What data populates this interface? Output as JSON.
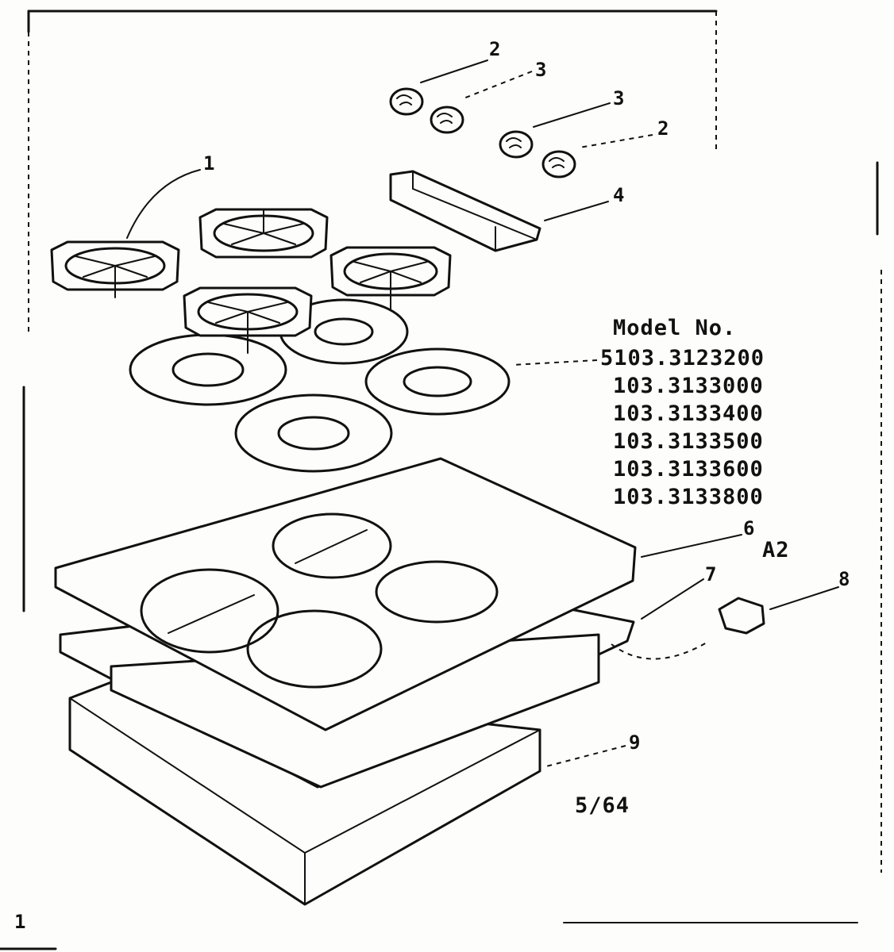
{
  "callouts": {
    "c1": "1",
    "c2a": "2",
    "c3a": "3",
    "c3b": "3",
    "c2b": "2",
    "c4": "4",
    "c6": "6",
    "c7": "7",
    "c8": "8",
    "c9": "9"
  },
  "model_block": {
    "heading": "Model No.",
    "numbers": [
      "5103.3123200",
      "103.3133000",
      "103.3133400",
      "103.3133500",
      "103.3133600",
      "103.3133800"
    ],
    "suffix": "A2"
  },
  "date_code": "5/64",
  "page_number": "1"
}
